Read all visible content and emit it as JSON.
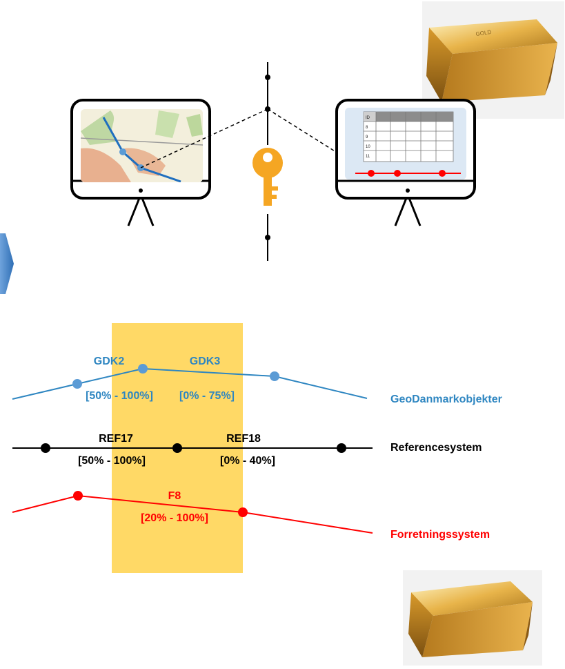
{
  "table": {
    "header": "ID",
    "rows": [
      "8",
      "9",
      "10",
      "11"
    ]
  },
  "segments": {
    "geo": {
      "left_name": "GDK2",
      "left_range": "[50% - 100%]",
      "right_name": "GDK3",
      "right_range": "[0% - 75%]"
    },
    "ref": {
      "left_name": "REF17",
      "left_range": "[50% - 100%]",
      "right_name": "REF18",
      "right_range": "[0% - 40%]"
    },
    "forr": {
      "name": "F8",
      "range": "[20% - 100%]"
    }
  },
  "systems": {
    "geo": "GeoDanmarkobjekter",
    "ref": "Referencesystem",
    "forr": "Forretningssystem"
  },
  "colors": {
    "geo": "#2e86c1",
    "geo_point": "#5b9bd5",
    "ref": "#000000",
    "forr": "#ff0000",
    "highlight": "#ffd966",
    "key": "#f5a623",
    "arrow": "#2f6fb5",
    "gold": "#c9962e"
  },
  "icons": [
    "monitor-icon",
    "map-icon",
    "key-icon",
    "table-icon",
    "gold-bar-icon",
    "chevron-right-icon"
  ]
}
